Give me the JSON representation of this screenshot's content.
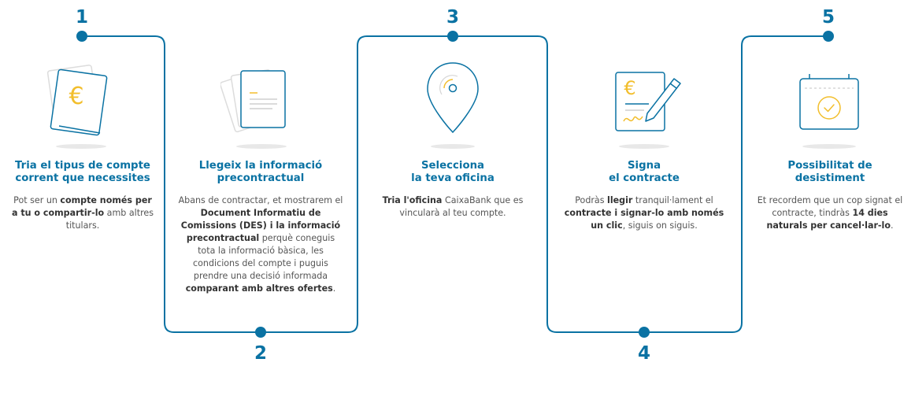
{
  "colors": {
    "primary": "#0a72a3",
    "accent": "#f2be2c",
    "text": "#555555",
    "text_strong": "#333333"
  },
  "steps": [
    {
      "number": "1",
      "icon": "euro-cards-icon",
      "title_l1": "Tria el tipus de compte",
      "title_l2": "corrent que necessites",
      "body": [
        {
          "t": "Pot ser un "
        },
        {
          "t": "compte només per a tu o compartir-lo",
          "b": true
        },
        {
          "t": " amb altres titulars."
        }
      ]
    },
    {
      "number": "2",
      "icon": "documents-icon",
      "title_l1": "Llegeix la informació",
      "title_l2": "precontractual",
      "body": [
        {
          "t": "Abans de contractar, et mostrarem el "
        },
        {
          "t": "Document Informatiu de Comissions (DES) i la informació precontractual",
          "b": true
        },
        {
          "t": " perquè coneguis tota la informació bàsica, les condicions del compte i puguis prendre una decisió informada "
        },
        {
          "t": "comparant amb altres ofertes",
          "b": true
        },
        {
          "t": "."
        }
      ]
    },
    {
      "number": "3",
      "icon": "location-pin-icon",
      "title_l1": "Selecciona",
      "title_l2": "la teva oficina",
      "body": [
        {
          "t": "Tria l'oficina",
          "b": true
        },
        {
          "t": " CaixaBank que es vincularà al teu compte."
        }
      ]
    },
    {
      "number": "4",
      "icon": "signed-contract-icon",
      "title_l1": "Signa",
      "title_l2": "el contracte",
      "body": [
        {
          "t": "Podràs "
        },
        {
          "t": "llegir",
          "b": true
        },
        {
          "t": " tranquil·lament el "
        },
        {
          "t": "contracte i signar-lo amb només un clic",
          "b": true
        },
        {
          "t": ", siguis on siguis."
        }
      ]
    },
    {
      "number": "5",
      "icon": "calendar-check-icon",
      "title_l1": "Possibilitat de",
      "title_l2": "desistiment",
      "body": [
        {
          "t": "Et recordem que un cop signat el contracte, tindràs "
        },
        {
          "t": "14 dies naturals per cancel·lar-lo",
          "b": true
        },
        {
          "t": "."
        }
      ]
    }
  ]
}
